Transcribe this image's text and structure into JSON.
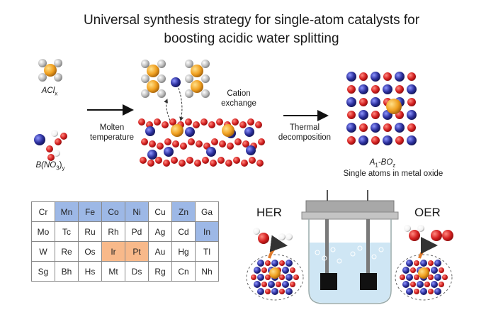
{
  "title_line1": "Universal synthesis strategy for single-atom catalysts for",
  "title_line2": "boosting acidic water splitting",
  "labels": {
    "acl": "ACl",
    "acl_sub": "x",
    "bno": "B(NO",
    "bno_sub3": "3",
    "bno_suby": "y",
    "molten1": "Molten",
    "molten2": "temperature",
    "cation1": "Cation",
    "cation2": "exchange",
    "thermal1": "Thermal",
    "thermal2": "decomposition",
    "product": "A",
    "product_sub1": "1",
    "product_mid": "-BO",
    "product_subz": "z",
    "product_caption": "Single atoms in metal oxide",
    "her": "HER",
    "oer": "OER"
  },
  "periodic_table": [
    [
      {
        "s": "Cr",
        "c": "none"
      },
      {
        "s": "Mn",
        "c": "blue"
      },
      {
        "s": "Fe",
        "c": "blue"
      },
      {
        "s": "Co",
        "c": "blue"
      },
      {
        "s": "Ni",
        "c": "blue"
      },
      {
        "s": "Cu",
        "c": "none"
      },
      {
        "s": "Zn",
        "c": "blue"
      },
      {
        "s": "Ga",
        "c": "none"
      }
    ],
    [
      {
        "s": "Mo",
        "c": "none"
      },
      {
        "s": "Tc",
        "c": "none"
      },
      {
        "s": "Ru",
        "c": "none"
      },
      {
        "s": "Rh",
        "c": "none"
      },
      {
        "s": "Pd",
        "c": "none"
      },
      {
        "s": "Ag",
        "c": "none"
      },
      {
        "s": "Cd",
        "c": "none"
      },
      {
        "s": "In",
        "c": "blue"
      }
    ],
    [
      {
        "s": "W",
        "c": "none"
      },
      {
        "s": "Re",
        "c": "none"
      },
      {
        "s": "Os",
        "c": "none"
      },
      {
        "s": "Ir",
        "c": "orange"
      },
      {
        "s": "Pt",
        "c": "orange"
      },
      {
        "s": "Au",
        "c": "none"
      },
      {
        "s": "Hg",
        "c": "none"
      },
      {
        "s": "Tl",
        "c": "none"
      }
    ],
    [
      {
        "s": "Sg",
        "c": "none"
      },
      {
        "s": "Bh",
        "c": "none"
      },
      {
        "s": "Hs",
        "c": "none"
      },
      {
        "s": "Mt",
        "c": "none"
      },
      {
        "s": "Ds",
        "c": "none"
      },
      {
        "s": "Rg",
        "c": "none"
      },
      {
        "s": "Cn",
        "c": "none"
      },
      {
        "s": "Nh",
        "c": "none"
      }
    ]
  ],
  "colors": {
    "oxygen": "#d42020",
    "metal_b": "#2b2f9c",
    "atom_a": "#f0a020",
    "chlorine": "#bdbdbd",
    "hydrogen": "#f2f2f2",
    "highlight_blue": "#9db8e6",
    "highlight_orange": "#f8b98a",
    "electrolyte": "#cfe6f4",
    "electrode_cap": "#9a9a9a"
  }
}
